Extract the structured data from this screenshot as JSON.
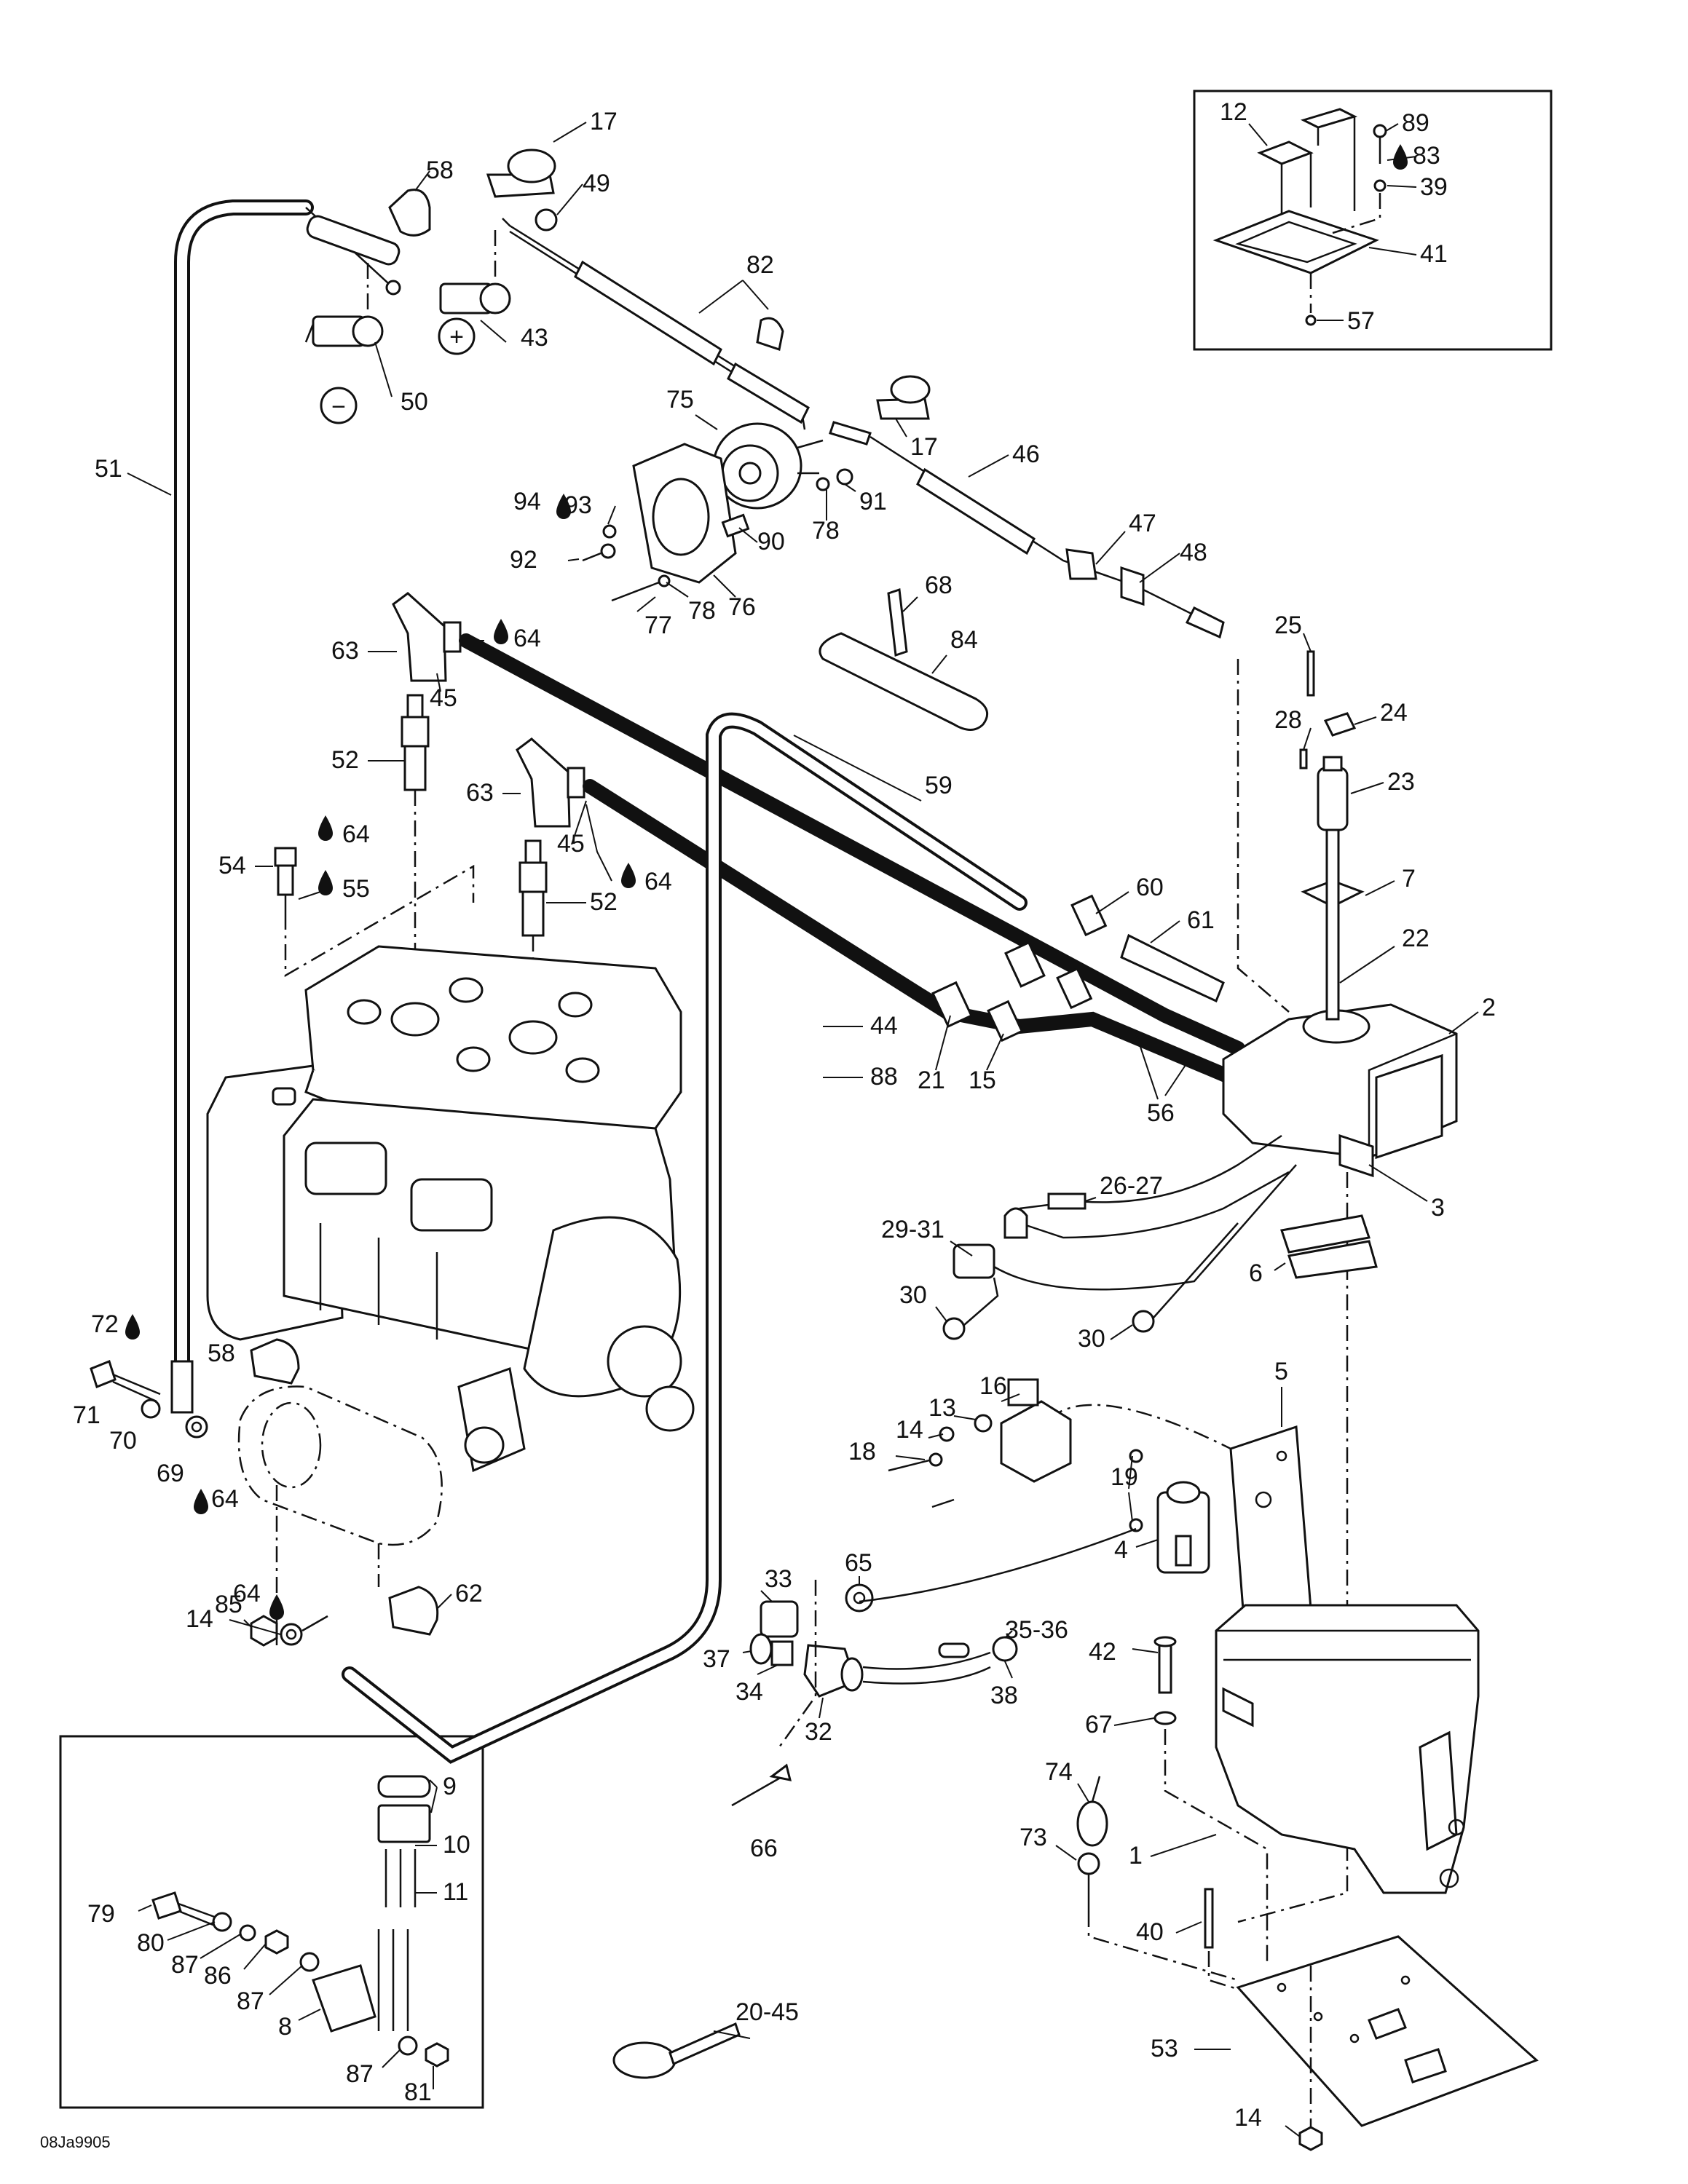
{
  "diagram_code": "08Ja9905",
  "symbols": {
    "positive": "+",
    "negative": "−",
    "lubricant": "drop-icon"
  },
  "callouts": [
    {
      "id": "c17a",
      "text": "17"
    },
    {
      "id": "c58a",
      "text": "58"
    },
    {
      "id": "c49",
      "text": "49"
    },
    {
      "id": "c82",
      "text": "82"
    },
    {
      "id": "c43",
      "text": "43"
    },
    {
      "id": "c50",
      "text": "50"
    },
    {
      "id": "c51",
      "text": "51"
    },
    {
      "id": "c75",
      "text": "75"
    },
    {
      "id": "c17b",
      "text": "17"
    },
    {
      "id": "c46",
      "text": "46"
    },
    {
      "id": "c94",
      "text": "94"
    },
    {
      "id": "c93",
      "text": "93"
    },
    {
      "id": "c91",
      "text": "91"
    },
    {
      "id": "c78a",
      "text": "78"
    },
    {
      "id": "c92",
      "text": "92"
    },
    {
      "id": "c90",
      "text": "90"
    },
    {
      "id": "c47",
      "text": "47"
    },
    {
      "id": "c48",
      "text": "48"
    },
    {
      "id": "c77",
      "text": "77"
    },
    {
      "id": "c78b",
      "text": "78"
    },
    {
      "id": "c76",
      "text": "76"
    },
    {
      "id": "c68",
      "text": "68"
    },
    {
      "id": "c84",
      "text": "84"
    },
    {
      "id": "c63a",
      "text": "63"
    },
    {
      "id": "c64a",
      "text": "64"
    },
    {
      "id": "c45a",
      "text": "45"
    },
    {
      "id": "c25",
      "text": "25"
    },
    {
      "id": "c28",
      "text": "28"
    },
    {
      "id": "c24",
      "text": "24"
    },
    {
      "id": "c52a",
      "text": "52"
    },
    {
      "id": "c63b",
      "text": "63"
    },
    {
      "id": "c59",
      "text": "59"
    },
    {
      "id": "c23",
      "text": "23"
    },
    {
      "id": "c64b",
      "text": "64"
    },
    {
      "id": "c45b",
      "text": "45"
    },
    {
      "id": "c54",
      "text": "54"
    },
    {
      "id": "c55",
      "text": "55"
    },
    {
      "id": "c64c",
      "text": "64"
    },
    {
      "id": "c52b",
      "text": "52"
    },
    {
      "id": "c7",
      "text": "7"
    },
    {
      "id": "c60",
      "text": "60"
    },
    {
      "id": "c61",
      "text": "61"
    },
    {
      "id": "c22",
      "text": "22"
    },
    {
      "id": "c2",
      "text": "2"
    },
    {
      "id": "c44",
      "text": "44"
    },
    {
      "id": "c88",
      "text": "88"
    },
    {
      "id": "c21",
      "text": "21"
    },
    {
      "id": "c15",
      "text": "15"
    },
    {
      "id": "c56",
      "text": "56"
    },
    {
      "id": "c2627",
      "text": "26-27"
    },
    {
      "id": "c3",
      "text": "3"
    },
    {
      "id": "c2931",
      "text": "29-31"
    },
    {
      "id": "c6",
      "text": "6"
    },
    {
      "id": "c30a",
      "text": "30"
    },
    {
      "id": "c30b",
      "text": "30"
    },
    {
      "id": "c72",
      "text": "72"
    },
    {
      "id": "c58b",
      "text": "58"
    },
    {
      "id": "c71",
      "text": "71"
    },
    {
      "id": "c70",
      "text": "70"
    },
    {
      "id": "c69",
      "text": "69"
    },
    {
      "id": "c64d",
      "text": "64"
    },
    {
      "id": "c16",
      "text": "16"
    },
    {
      "id": "c5",
      "text": "5"
    },
    {
      "id": "c13",
      "text": "13"
    },
    {
      "id": "c14a",
      "text": "14"
    },
    {
      "id": "c18",
      "text": "18"
    },
    {
      "id": "c19",
      "text": "19"
    },
    {
      "id": "c64e",
      "text": "64"
    },
    {
      "id": "c62",
      "text": "62"
    },
    {
      "id": "c4",
      "text": "4"
    },
    {
      "id": "c85",
      "text": "85"
    },
    {
      "id": "c14b",
      "text": "14"
    },
    {
      "id": "c33",
      "text": "33"
    },
    {
      "id": "c65",
      "text": "65"
    },
    {
      "id": "c3536",
      "text": "35-36"
    },
    {
      "id": "c42",
      "text": "42"
    },
    {
      "id": "c37",
      "text": "37"
    },
    {
      "id": "c34",
      "text": "34"
    },
    {
      "id": "c38",
      "text": "38"
    },
    {
      "id": "c32",
      "text": "32"
    },
    {
      "id": "c67",
      "text": "67"
    },
    {
      "id": "c9",
      "text": "9"
    },
    {
      "id": "c74",
      "text": "74"
    },
    {
      "id": "c10",
      "text": "10"
    },
    {
      "id": "c73",
      "text": "73"
    },
    {
      "id": "c66",
      "text": "66"
    },
    {
      "id": "c1",
      "text": "1"
    },
    {
      "id": "c11",
      "text": "11"
    },
    {
      "id": "c79",
      "text": "79"
    },
    {
      "id": "c40",
      "text": "40"
    },
    {
      "id": "c80",
      "text": "80"
    },
    {
      "id": "c87a",
      "text": "87"
    },
    {
      "id": "c86",
      "text": "86"
    },
    {
      "id": "c87b",
      "text": "87"
    },
    {
      "id": "c2045",
      "text": "20-45"
    },
    {
      "id": "c8",
      "text": "8"
    },
    {
      "id": "c87c",
      "text": "87"
    },
    {
      "id": "c53",
      "text": "53"
    },
    {
      "id": "c81",
      "text": "81"
    },
    {
      "id": "c14c",
      "text": "14"
    },
    {
      "id": "c12",
      "text": "12"
    },
    {
      "id": "c89",
      "text": "89"
    },
    {
      "id": "c83",
      "text": "83"
    },
    {
      "id": "c39",
      "text": "39"
    },
    {
      "id": "c41",
      "text": "41"
    },
    {
      "id": "c57",
      "text": "57"
    }
  ]
}
